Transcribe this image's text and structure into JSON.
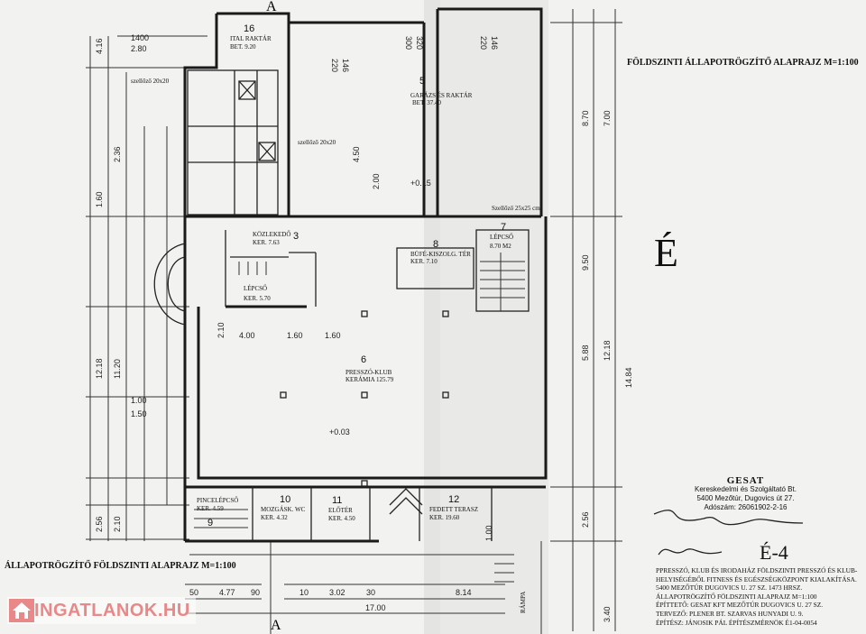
{
  "titles": {
    "top_right": "FÖLDSZINTI ÁLLAPOTRÖGZÍTŐ ALAPRAJZ M=1:100",
    "bottom_left": "ÁLLAPOTRÖGZÍTŐ FÖLDSZINTI ALAPRAJZ M=1:100",
    "north_letter": "É",
    "sheet_number": "É-4",
    "section_mark": "A"
  },
  "rooms": [
    {
      "no": "16",
      "name": "ITAL RAKTÁR",
      "area": "BET. 9.20"
    },
    {
      "no": "5",
      "name": "GARÁZS ÉS RAKTÁR",
      "area": "BET. 37.40"
    },
    {
      "no": "3",
      "name": "KÖZLEKEDŐ",
      "area": "KER. 7.63"
    },
    {
      "no": "",
      "name": "LÉPCSŐ",
      "area": "KER. 5.70"
    },
    {
      "no": "8",
      "name": "BÜFÉ-KISZOLG. TÉR",
      "area": "KER. 7.10"
    },
    {
      "no": "7",
      "name": "LÉPCSŐ",
      "area": "8.70 M2"
    },
    {
      "no": "6",
      "name": "PRESSZÓ-KLUB",
      "area": "KERÁMIA 125.79"
    },
    {
      "no": "9",
      "name": "PINCELÉPCSŐ",
      "area": "KER. 4.59"
    },
    {
      "no": "10",
      "name": "MOZGÁSK. WC",
      "area": "KER. 4.32"
    },
    {
      "no": "11",
      "name": "ELŐTÉR",
      "area": "KER. 4.50"
    },
    {
      "no": "12",
      "name": "FEDETT TERASZ",
      "area": "KER. 19.60"
    }
  ],
  "notes": {
    "vent1": "szellőző 20x20",
    "vent2": "szellőző 20x20",
    "vent3": "Szellőző 25x25 cm",
    "level1": "+0.15",
    "level2": "+0.03",
    "ramp": "RÁMPA"
  },
  "dimensions": {
    "top": [
      "1400",
      "2.80",
      "220",
      "146",
      "300",
      "320",
      "220",
      "146"
    ],
    "left": [
      "4.16",
      "2.36",
      "1.60",
      "12.18",
      "11.20",
      "1.00",
      "1.50",
      "2.56",
      "2.10"
    ],
    "right": [
      "8.70",
      "7.00",
      "9.50",
      "5.88",
      "12.18",
      "14.84",
      "2.56",
      "3.40"
    ],
    "interior": [
      "4.00",
      "1.60",
      "1.60",
      "2.10",
      "4.50",
      "2.00",
      "1.00"
    ],
    "bottom": [
      "50",
      "4.77",
      "90",
      "10",
      "3.02",
      "30",
      "8.14",
      "17.00"
    ]
  },
  "stamp": {
    "company": "GESAT",
    "line1": "Kereskedelmi és Szolgáltató Bt.",
    "line2": "5400 Mezőtúr, Dugovics út 27.",
    "line3": "Adószám: 26061902-2-16"
  },
  "info_block": [
    "Ppresszó, klub és irodaház földszinti presszó és klub-",
    "helyiségéből fitness és egészségközpont kialakítása.",
    "5400 Mezőtúr Dugovics u. 27 sz. 1473 hrsz.",
    "Állapotrögzítő földszinti alaprajz M=1:100",
    "Építtető: GESAT Kft Mezőtúr Dugovics u. 27 sz.",
    "Tervező: PLENER Bt. Szarvas Hunyadi u. 9.",
    "Építész: Jánosik Pál építészmérnök É1-04-0054"
  ],
  "watermark": {
    "text": "INGATLANOK.HU",
    "color": "#e88888"
  }
}
